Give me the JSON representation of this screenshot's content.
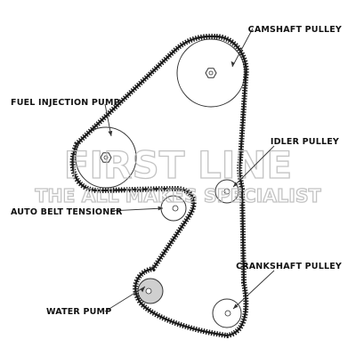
{
  "labels": {
    "camshaft_pulley": "CAMSHAFT PULLEY",
    "fuel_injection_pump": "FUEL INJECTION PUMP",
    "idler_pulley": "IDLER PULLEY",
    "auto_belt_tensioner": "AUTO BELT TENSIONER",
    "crankshaft_pulley": "CRANKSHAFT PULLEY",
    "water_pump": "WATER PUMP"
  },
  "watermark": {
    "brand": "FIRST LINE",
    "tagline": "THE ALL MAKES SPECIALIST"
  },
  "colors": {
    "belt": "#1a1a1a",
    "pulley_stroke": "#333333",
    "water_pump_fill": "#cfcfcf",
    "watermark": "#b9b9b9"
  }
}
